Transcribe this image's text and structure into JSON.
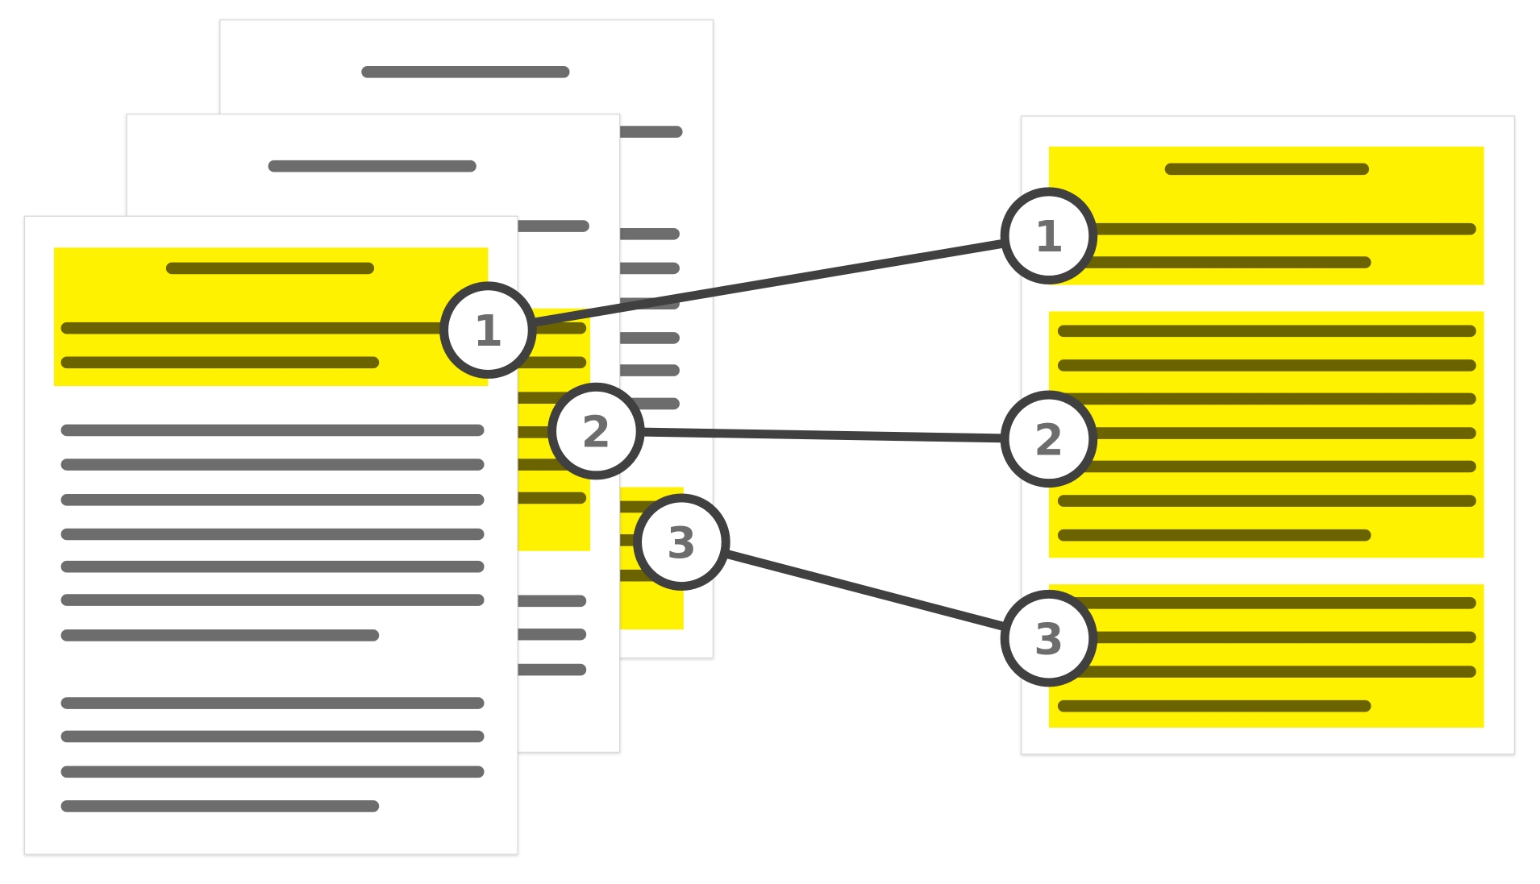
{
  "colors": {
    "page": "#ffffff",
    "text_line": "#6d6d6d",
    "highlight": "#fff200",
    "highlight_line": "#6b6200",
    "connector": "#404040"
  },
  "source_documents": [
    {
      "name": "back",
      "highlighted_section": 3
    },
    {
      "name": "middle",
      "highlighted_section": 2
    },
    {
      "name": "front",
      "highlighted_section": 1
    }
  ],
  "markers": [
    {
      "label": "1"
    },
    {
      "label": "2"
    },
    {
      "label": "3"
    }
  ]
}
